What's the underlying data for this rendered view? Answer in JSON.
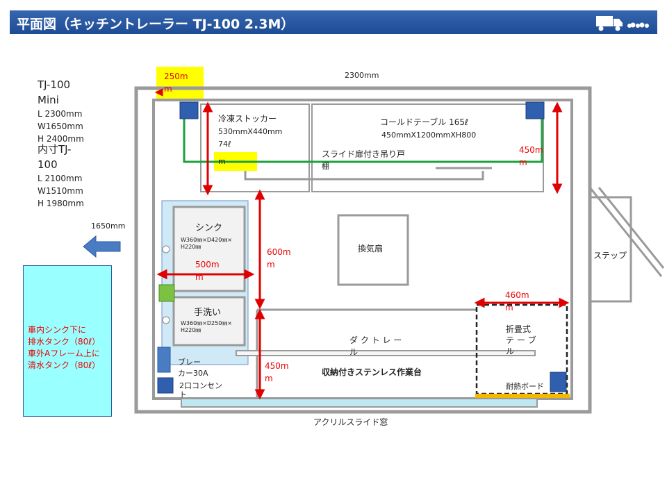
{
  "header": {
    "title": "平面図（キッチントレーラー TJ-100 2.3M）"
  },
  "specs": {
    "model": "TJ-100",
    "model_sub": "Mini",
    "L": "L  2300mm",
    "W": "W1650mm",
    "H": "H 2400mm",
    "inner_title1": "内寸TJ-",
    "inner_title2": "100",
    "iL": "L  2100mm",
    "iW": "W1510mm",
    "iH": "H 1980mm"
  },
  "dims": {
    "top_width": "2300mm",
    "side_width": "1650mm",
    "d250_1": "250m",
    "d250_2": "m",
    "d450a_1": "450m",
    "d450a_2": "m",
    "d600_1": "600m",
    "d600_2": "m",
    "d500_1": "500m",
    "d500_2": "m",
    "d460_1": "460m",
    "d460_2": "m",
    "d450b_1": "450m",
    "d450b_2": "m"
  },
  "labels": {
    "freezer": "冷凍ストッカー",
    "freezer_size": "530mmX440mm",
    "freezer_cap": "74ℓ",
    "freezer_m": "m",
    "cold_table": "コールドテーブル 165ℓ",
    "cold_size": "450mmX1200mmXH800",
    "shelf1": "スライド扉付き吊り戸",
    "shelf2": "棚",
    "fan": "換気扇",
    "step": "ステップ",
    "sink": "シンク",
    "sink_size1": "W360㎜×D420㎜×",
    "sink_size2": "H220㎜",
    "hand_wash": "手洗い",
    "hw_size1": "W360㎜×D250㎜×",
    "hw_size2": "H220㎜",
    "duct1": "ダ ク ト レ ー",
    "duct2": "ル",
    "workbench": "収納付きステンレス作業台",
    "folding1": "折畳式",
    "folding2": "テ ー ブ",
    "folding3": "ル",
    "heat_board": "耐熱ボード",
    "breaker1": "ブレー",
    "breaker2": "カー30A",
    "outlet1": "2口コンセン",
    "outlet2": "ト",
    "window": "アクリルスライド窓",
    "tank1": "車内シンク下に",
    "tank2": "排水タンク（80ℓ）",
    "tank3": "車外Aフレーム上に",
    "tank4": "清水タンク（80ℓ）"
  },
  "colors": {
    "header": "#1f4c94",
    "wall": "#9a9a9a",
    "dimension": "#e00000",
    "pipe": "#1aa33a"
  }
}
